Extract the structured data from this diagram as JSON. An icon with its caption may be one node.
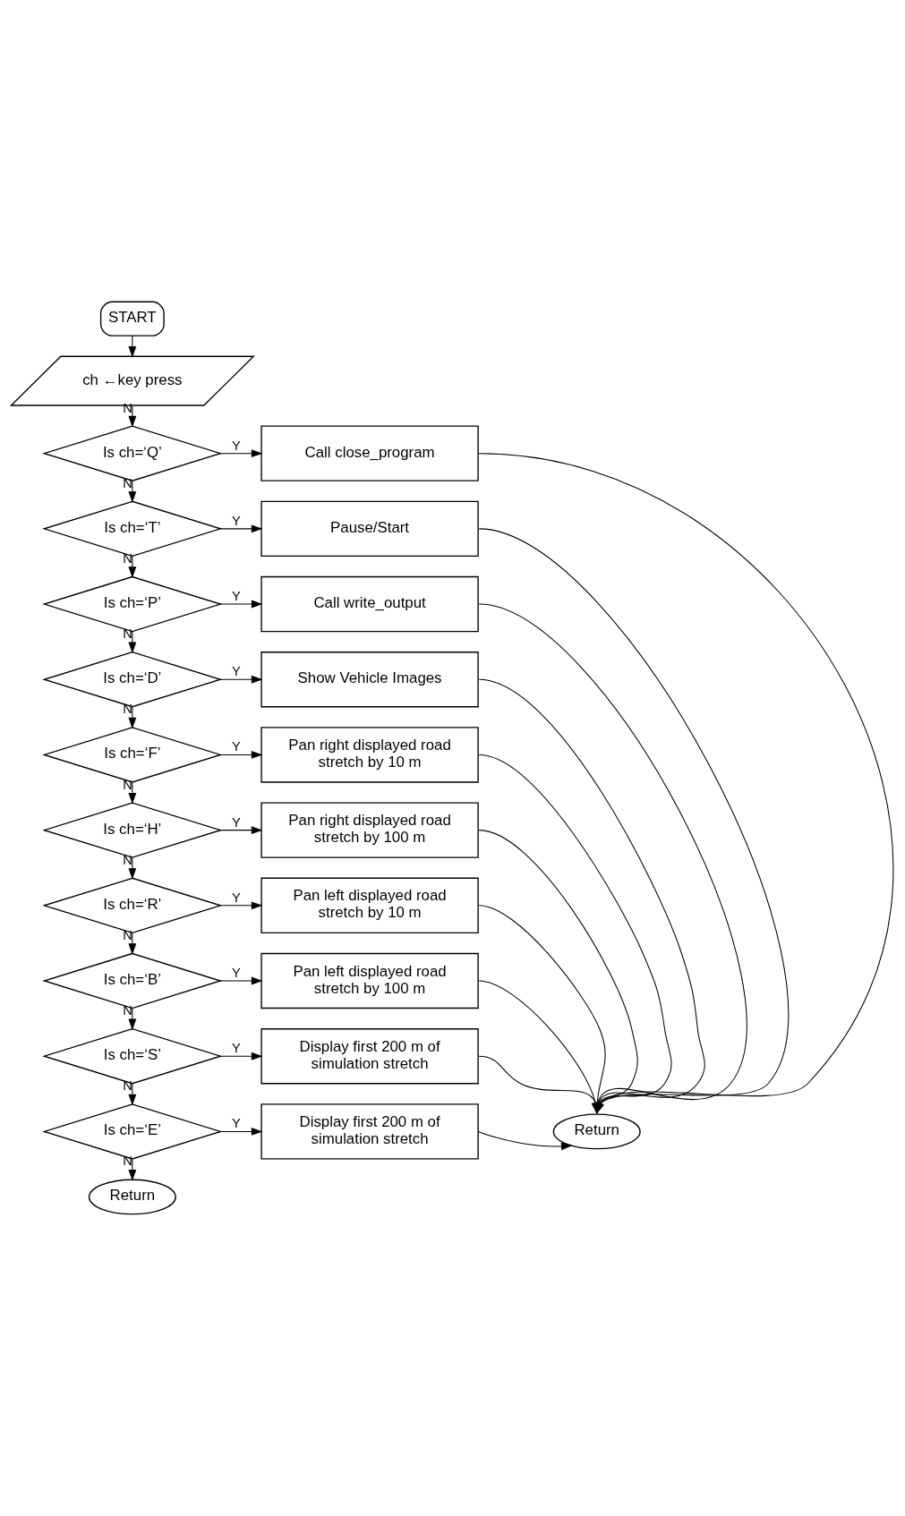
{
  "diagram": {
    "nodes": [
      {
        "text": [
          "START"
        ]
      },
      {
        "text": [
          "ch ←key press"
        ]
      },
      {
        "text": [
          "Is ch=‘Q’"
        ]
      },
      {
        "text": [
          "Call close_program"
        ]
      },
      {
        "text": [
          "Is ch=‘T’"
        ]
      },
      {
        "text": [
          "Pause/Start"
        ]
      },
      {
        "text": [
          "Is ch=‘P’"
        ]
      },
      {
        "text": [
          "Call write_output"
        ]
      },
      {
        "text": [
          "Is ch=‘D’"
        ]
      },
      {
        "text": [
          "Show Vehicle Images"
        ]
      },
      {
        "text": [
          "Is ch=‘F’"
        ]
      },
      {
        "text": [
          "Pan right displayed road stretch by 10 m"
        ]
      },
      {
        "text": [
          "Is ch=‘H’"
        ]
      },
      {
        "text": [
          "Pan right displayed road stretch by 100 m"
        ]
      },
      {
        "text": [
          "Is ch=‘R’"
        ]
      },
      {
        "text": [
          "Pan left displayed road stretch by 10 m"
        ]
      },
      {
        "text": [
          "Is ch=‘B’"
        ]
      },
      {
        "text": [
          "Pan left displayed road stretch by 100 m"
        ]
      },
      {
        "text": [
          "Is ch=‘S’"
        ]
      },
      {
        "text": [
          "Display first 200 m of simulation stretch"
        ]
      },
      {
        "text": [
          "Is ch=‘E’"
        ]
      },
      {
        "text": [
          "Display first 200 m of simulation stretch"
        ]
      },
      {
        "text": [
          "Return"
        ]
      },
      {
        "text": [
          "Return"
        ]
      }
    ],
    "edges": [
      {
        "from": 0,
        "to": 1,
        "arrow": "to"
      },
      {
        "from": 1,
        "to": 2,
        "arrow": "to",
        "label": "N"
      },
      {
        "from": 2,
        "to": 3,
        "arrow": "to",
        "label": "Y"
      },
      {
        "from": 2,
        "to": 4,
        "arrow": "to",
        "label": "N"
      },
      {
        "from": 4,
        "to": 5,
        "arrow": "to",
        "label": "Y"
      },
      {
        "from": 4,
        "to": 6,
        "arrow": "to",
        "label": "N"
      },
      {
        "from": 6,
        "to": 7,
        "arrow": "to",
        "label": "Y"
      },
      {
        "from": 6,
        "to": 8,
        "arrow": "to",
        "label": "N"
      },
      {
        "from": 8,
        "to": 9,
        "arrow": "to",
        "label": "Y"
      },
      {
        "from": 8,
        "to": 10,
        "arrow": "to",
        "label": "N"
      },
      {
        "from": 10,
        "to": 11,
        "arrow": "to",
        "label": "Y"
      },
      {
        "from": 10,
        "to": 12,
        "arrow": "to",
        "label": "N"
      },
      {
        "from": 12,
        "to": 13,
        "arrow": "to",
        "label": "Y"
      },
      {
        "from": 12,
        "to": 14,
        "arrow": "to",
        "label": "N"
      },
      {
        "from": 14,
        "to": 15,
        "arrow": "to",
        "label": "Y"
      },
      {
        "from": 14,
        "to": 16,
        "arrow": "to",
        "label": "N"
      },
      {
        "from": 16,
        "to": 17,
        "arrow": "to",
        "label": "Y"
      },
      {
        "from": 16,
        "to": 18,
        "arrow": "to",
        "label": "N"
      },
      {
        "from": 18,
        "to": 19,
        "arrow": "to",
        "label": "Y"
      },
      {
        "from": 18,
        "to": 20,
        "arrow": "to",
        "label": "N"
      },
      {
        "from": 20,
        "to": 21,
        "arrow": "to",
        "label": "Y"
      },
      {
        "from": 20,
        "to": 23,
        "arrow": "to",
        "label": "N"
      },
      {
        "from": 3,
        "to": 22,
        "arrow": "to"
      },
      {
        "from": 5,
        "to": 22,
        "arrow": "to"
      },
      {
        "from": 7,
        "to": 22,
        "arrow": "to"
      },
      {
        "from": 9,
        "to": 22,
        "arrow": "to"
      },
      {
        "from": 11,
        "to": 22,
        "arrow": "to"
      },
      {
        "from": 13,
        "to": 22,
        "arrow": "to"
      },
      {
        "from": 15,
        "to": 22,
        "arrow": "to"
      },
      {
        "from": 17,
        "to": 22,
        "arrow": "to"
      },
      {
        "from": 19,
        "to": 22,
        "arrow": "to"
      },
      {
        "from": 21,
        "to": 22,
        "arrow": "to"
      }
    ]
  }
}
